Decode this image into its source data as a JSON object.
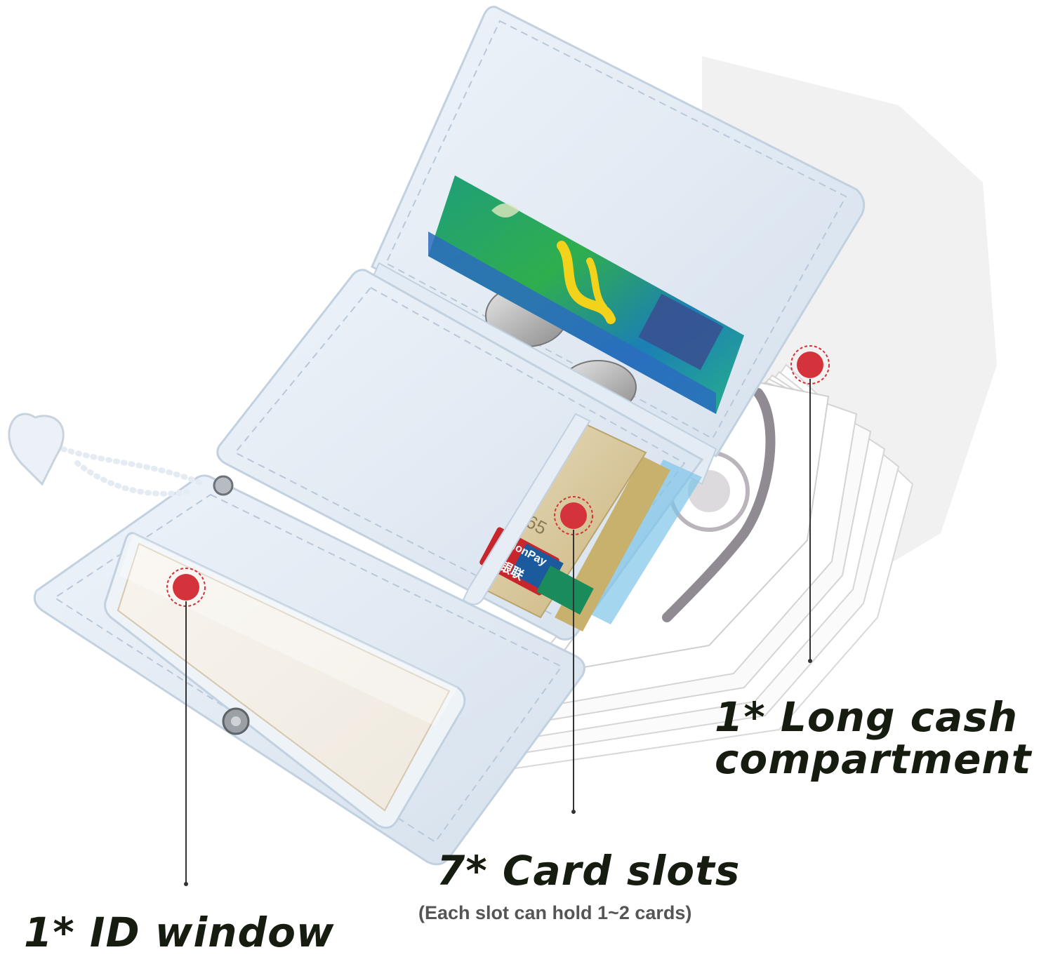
{
  "colors": {
    "wallet": "#dfe8f2",
    "wallet_edge": "#c2d1e0",
    "marker": "#d5333c",
    "text": "#161d10",
    "subtext": "#555555"
  },
  "annotations": {
    "cash": {
      "title_line1": "1* Long cash",
      "title_line2": "compartment"
    },
    "cards": {
      "title": "7* Card slots",
      "subtitle": "(Each slot can hold 1~2 cards)"
    },
    "id": {
      "title": "1* ID window"
    }
  },
  "card_text": {
    "card_number": "765",
    "union_pay_en": "UnionPay",
    "union_pay_cn": "银联"
  }
}
